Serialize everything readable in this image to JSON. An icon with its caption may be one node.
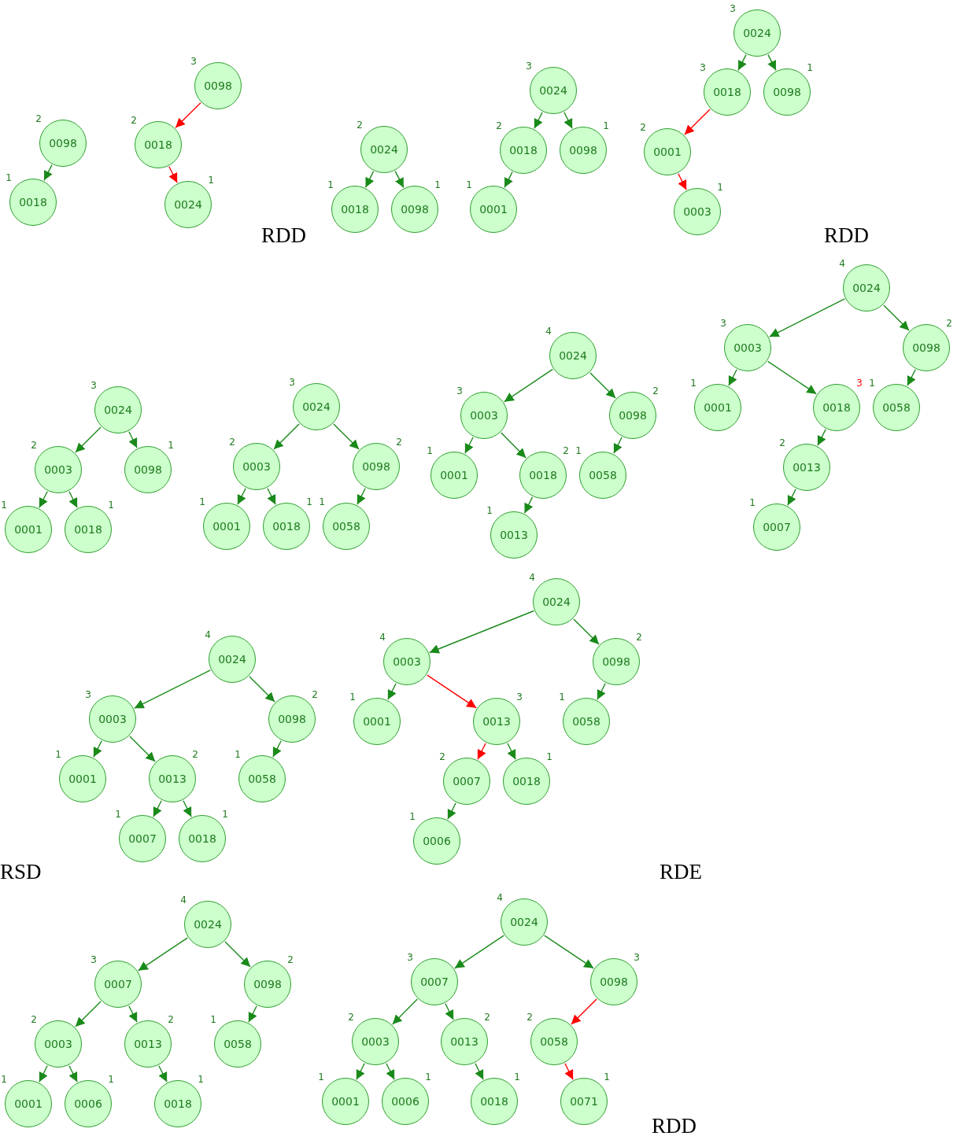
{
  "diagram": {
    "nodes": [
      {
        "text": [
          "0098"
        ],
        "beside": [
          "2"
        ]
      },
      {
        "text": [
          "0018"
        ],
        "beside": [
          "1"
        ]
      },
      {
        "text": [
          "0098"
        ],
        "beside": [
          "3"
        ]
      },
      {
        "text": [
          "0018"
        ],
        "beside": [
          "2"
        ]
      },
      {
        "text": [
          "0024"
        ],
        "beside": [
          "1"
        ]
      },
      {
        "text": [
          "0024"
        ],
        "beside": [
          "2"
        ]
      },
      {
        "text": [
          "0018"
        ],
        "beside": [
          "1"
        ]
      },
      {
        "text": [
          "0098"
        ],
        "beside": [
          "1"
        ]
      },
      {
        "text": [
          "0024"
        ],
        "beside": [
          "3"
        ]
      },
      {
        "text": [
          "0018"
        ],
        "beside": [
          "2"
        ]
      },
      {
        "text": [
          "0098"
        ],
        "beside": [
          "1"
        ]
      },
      {
        "text": [
          "0001"
        ],
        "beside": [
          "1"
        ]
      },
      {
        "text": [
          "0024"
        ],
        "beside": [
          "3"
        ]
      },
      {
        "text": [
          "0018"
        ],
        "beside": [
          "3"
        ]
      },
      {
        "text": [
          "0098"
        ],
        "beside": [
          "1"
        ]
      },
      {
        "text": [
          "0001"
        ],
        "beside": [
          "2"
        ]
      },
      {
        "text": [
          "0003"
        ],
        "beside": [
          "1"
        ]
      },
      {
        "text": [
          "0024"
        ],
        "beside": [
          "3"
        ]
      },
      {
        "text": [
          "0003"
        ],
        "beside": [
          "2"
        ]
      },
      {
        "text": [
          "0098"
        ],
        "beside": [
          "1"
        ]
      },
      {
        "text": [
          "0001"
        ],
        "beside": [
          "1"
        ]
      },
      {
        "text": [
          "0018"
        ],
        "beside": [
          "1"
        ]
      },
      {
        "text": [
          "0024"
        ],
        "beside": [
          "3"
        ]
      },
      {
        "text": [
          "0003"
        ],
        "beside": [
          "2"
        ]
      },
      {
        "text": [
          "0098"
        ],
        "beside": [
          "2"
        ]
      },
      {
        "text": [
          "0001"
        ],
        "beside": [
          "1"
        ]
      },
      {
        "text": [
          "0018"
        ],
        "beside": [
          "1"
        ]
      },
      {
        "text": [
          "0058"
        ],
        "beside": [
          "1"
        ]
      },
      {
        "text": [
          "0024"
        ],
        "beside": [
          "4"
        ]
      },
      {
        "text": [
          "0003"
        ],
        "beside": [
          "3"
        ]
      },
      {
        "text": [
          "0098"
        ],
        "beside": [
          "2"
        ]
      },
      {
        "text": [
          "0001"
        ],
        "beside": [
          "1"
        ]
      },
      {
        "text": [
          "0018"
        ],
        "beside": [
          "2"
        ]
      },
      {
        "text": [
          "0058"
        ],
        "beside": [
          "1"
        ]
      },
      {
        "text": [
          "0013"
        ],
        "beside": [
          "1"
        ]
      },
      {
        "text": [
          "0024"
        ],
        "beside": [
          "4"
        ]
      },
      {
        "text": [
          "0003"
        ],
        "beside": [
          "3"
        ]
      },
      {
        "text": [
          "0098"
        ],
        "beside": [
          "2"
        ]
      },
      {
        "text": [
          "0001"
        ],
        "beside": [
          "1"
        ]
      },
      {
        "text": [
          "0018"
        ],
        "beside": [
          "3"
        ]
      },
      {
        "text": [
          "0058"
        ],
        "beside": [
          "1"
        ]
      },
      {
        "text": [
          "0013"
        ],
        "beside": [
          "2"
        ]
      },
      {
        "text": [
          "0007"
        ],
        "beside": [
          "1"
        ]
      },
      {
        "text": [
          "0024"
        ],
        "beside": [
          "4"
        ]
      },
      {
        "text": [
          "0003"
        ],
        "beside": [
          "3"
        ]
      },
      {
        "text": [
          "0098"
        ],
        "beside": [
          "2"
        ]
      },
      {
        "text": [
          "0001"
        ],
        "beside": [
          "1"
        ]
      },
      {
        "text": [
          "0013"
        ],
        "beside": [
          "2"
        ]
      },
      {
        "text": [
          "0058"
        ],
        "beside": [
          "1"
        ]
      },
      {
        "text": [
          "0007"
        ],
        "beside": [
          "1"
        ]
      },
      {
        "text": [
          "0018"
        ],
        "beside": [
          "1"
        ]
      },
      {
        "text": [
          "0024"
        ],
        "beside": [
          "4"
        ]
      },
      {
        "text": [
          "0003"
        ],
        "beside": [
          "4"
        ]
      },
      {
        "text": [
          "0098"
        ],
        "beside": [
          "2"
        ]
      },
      {
        "text": [
          "0001"
        ],
        "beside": [
          "1"
        ]
      },
      {
        "text": [
          "0013"
        ],
        "beside": [
          "3"
        ]
      },
      {
        "text": [
          "0058"
        ],
        "beside": [
          "1"
        ]
      },
      {
        "text": [
          "0007"
        ],
        "beside": [
          "2"
        ]
      },
      {
        "text": [
          "0018"
        ],
        "beside": [
          "1"
        ]
      },
      {
        "text": [
          "0006"
        ],
        "beside": [
          "1"
        ]
      },
      {
        "text": [
          "0024"
        ],
        "beside": [
          "4"
        ]
      },
      {
        "text": [
          "0007"
        ],
        "beside": [
          "3"
        ]
      },
      {
        "text": [
          "0098"
        ],
        "beside": [
          "2"
        ]
      },
      {
        "text": [
          "0003"
        ],
        "beside": [
          "2"
        ]
      },
      {
        "text": [
          "0013"
        ],
        "beside": [
          "2"
        ]
      },
      {
        "text": [
          "0058"
        ],
        "beside": [
          "1"
        ]
      },
      {
        "text": [
          "0001"
        ],
        "beside": [
          "1"
        ]
      },
      {
        "text": [
          "0006"
        ],
        "beside": [
          "1"
        ]
      },
      {
        "text": [
          "0018"
        ],
        "beside": [
          "1"
        ]
      },
      {
        "text": [
          "0024"
        ],
        "beside": [
          "4"
        ]
      },
      {
        "text": [
          "0007"
        ],
        "beside": [
          "3"
        ]
      },
      {
        "text": [
          "0098"
        ],
        "beside": [
          "3"
        ]
      },
      {
        "text": [
          "0003"
        ],
        "beside": [
          "2"
        ]
      },
      {
        "text": [
          "0013"
        ],
        "beside": [
          "2"
        ]
      },
      {
        "text": [
          "0058"
        ],
        "beside": [
          "2"
        ]
      },
      {
        "text": [
          "0001"
        ],
        "beside": [
          "1"
        ]
      },
      {
        "text": [
          "0006"
        ],
        "beside": [
          "1"
        ]
      },
      {
        "text": [
          "0018"
        ],
        "beside": [
          "1"
        ]
      },
      {
        "text": [
          "0071"
        ],
        "beside": [
          "1"
        ]
      }
    ],
    "edges": [
      {
        "from": 0,
        "to": 1,
        "arrow": "to"
      },
      {
        "from": 2,
        "to": 3,
        "arrow": "to",
        "color": "#ff0000"
      },
      {
        "from": 3,
        "to": 4,
        "arrow": "to",
        "color": "#ff0000"
      },
      {
        "from": 5,
        "to": 6,
        "arrow": "to"
      },
      {
        "from": 5,
        "to": 7,
        "arrow": "to"
      },
      {
        "from": 8,
        "to": 9,
        "arrow": "to"
      },
      {
        "from": 8,
        "to": 10,
        "arrow": "to"
      },
      {
        "from": 9,
        "to": 11,
        "arrow": "to"
      },
      {
        "from": 12,
        "to": 13,
        "arrow": "to"
      },
      {
        "from": 12,
        "to": 14,
        "arrow": "to"
      },
      {
        "from": 13,
        "to": 15,
        "arrow": "to",
        "color": "#ff0000"
      },
      {
        "from": 15,
        "to": 16,
        "arrow": "to",
        "color": "#ff0000"
      },
      {
        "from": 17,
        "to": 18,
        "arrow": "to"
      },
      {
        "from": 17,
        "to": 19,
        "arrow": "to"
      },
      {
        "from": 18,
        "to": 20,
        "arrow": "to"
      },
      {
        "from": 18,
        "to": 21,
        "arrow": "to"
      },
      {
        "from": 22,
        "to": 23,
        "arrow": "to"
      },
      {
        "from": 22,
        "to": 24,
        "arrow": "to"
      },
      {
        "from": 23,
        "to": 25,
        "arrow": "to"
      },
      {
        "from": 23,
        "to": 26,
        "arrow": "to"
      },
      {
        "from": 24,
        "to": 27,
        "arrow": "to"
      },
      {
        "from": 28,
        "to": 29,
        "arrow": "to"
      },
      {
        "from": 28,
        "to": 30,
        "arrow": "to"
      },
      {
        "from": 29,
        "to": 31,
        "arrow": "to"
      },
      {
        "from": 29,
        "to": 32,
        "arrow": "to"
      },
      {
        "from": 30,
        "to": 33,
        "arrow": "to"
      },
      {
        "from": 32,
        "to": 34,
        "arrow": "to"
      },
      {
        "from": 35,
        "to": 36,
        "arrow": "to"
      },
      {
        "from": 35,
        "to": 37,
        "arrow": "to"
      },
      {
        "from": 36,
        "to": 38,
        "arrow": "to"
      },
      {
        "from": 36,
        "to": 39,
        "arrow": "to"
      },
      {
        "from": 37,
        "to": 40,
        "arrow": "to"
      },
      {
        "from": 39,
        "to": 41,
        "arrow": "to"
      },
      {
        "from": 41,
        "to": 42,
        "arrow": "to"
      },
      {
        "from": 43,
        "to": 44,
        "arrow": "to"
      },
      {
        "from": 43,
        "to": 45,
        "arrow": "to"
      },
      {
        "from": 44,
        "to": 46,
        "arrow": "to"
      },
      {
        "from": 44,
        "to": 47,
        "arrow": "to"
      },
      {
        "from": 45,
        "to": 48,
        "arrow": "to"
      },
      {
        "from": 47,
        "to": 49,
        "arrow": "to"
      },
      {
        "from": 47,
        "to": 50,
        "arrow": "to"
      },
      {
        "from": 51,
        "to": 52,
        "arrow": "to"
      },
      {
        "from": 51,
        "to": 53,
        "arrow": "to"
      },
      {
        "from": 52,
        "to": 54,
        "arrow": "to"
      },
      {
        "from": 52,
        "to": 55,
        "arrow": "to",
        "color": "#ff0000"
      },
      {
        "from": 53,
        "to": 56,
        "arrow": "to"
      },
      {
        "from": 55,
        "to": 57,
        "arrow": "to",
        "color": "#ff0000"
      },
      {
        "from": 55,
        "to": 58,
        "arrow": "to"
      },
      {
        "from": 57,
        "to": 59,
        "arrow": "to"
      },
      {
        "from": 60,
        "to": 61,
        "arrow": "to"
      },
      {
        "from": 60,
        "to": 62,
        "arrow": "to"
      },
      {
        "from": 61,
        "to": 63,
        "arrow": "to"
      },
      {
        "from": 61,
        "to": 64,
        "arrow": "to"
      },
      {
        "from": 62,
        "to": 65,
        "arrow": "to"
      },
      {
        "from": 63,
        "to": 66,
        "arrow": "to"
      },
      {
        "from": 63,
        "to": 67,
        "arrow": "to"
      },
      {
        "from": 64,
        "to": 68,
        "arrow": "to"
      },
      {
        "from": 69,
        "to": 70,
        "arrow": "to"
      },
      {
        "from": 69,
        "to": 71,
        "arrow": "to"
      },
      {
        "from": 70,
        "to": 72,
        "arrow": "to"
      },
      {
        "from": 70,
        "to": 73,
        "arrow": "to"
      },
      {
        "from": 71,
        "to": 74,
        "arrow": "to",
        "color": "#ff0000"
      },
      {
        "from": 72,
        "to": 75,
        "arrow": "to"
      },
      {
        "from": 72,
        "to": 76,
        "arrow": "to"
      },
      {
        "from": 73,
        "to": 77,
        "arrow": "to"
      },
      {
        "from": 74,
        "to": 78,
        "arrow": "to",
        "color": "#ff0000"
      }
    ],
    "labels": [
      "RDD",
      "RDD",
      "RSD",
      "RDE",
      "RDD"
    ]
  }
}
